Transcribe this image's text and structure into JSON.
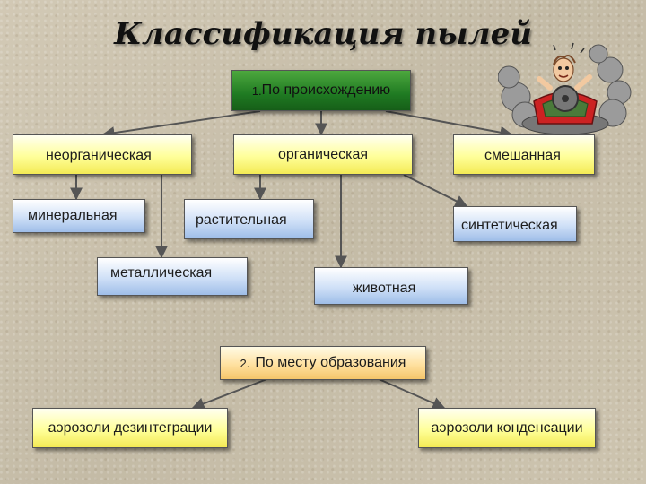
{
  "title": "Классификация пылей",
  "section1": {
    "number": "1.",
    "label": "По происхождению"
  },
  "origin_types": {
    "inorganic": "неорганическая",
    "organic": "органическая",
    "mixed": "смешанная"
  },
  "subtypes": {
    "mineral": "минеральная",
    "metallic": "металлическая",
    "plant": "растительная",
    "animal": "животная",
    "synthetic": "синтетическая"
  },
  "section2": {
    "number": "2.",
    "label": "По месту образования"
  },
  "formation_types": {
    "disintegration": "аэрозоли дезинтеграции",
    "condensation": "аэрозоли конденсации"
  }
}
